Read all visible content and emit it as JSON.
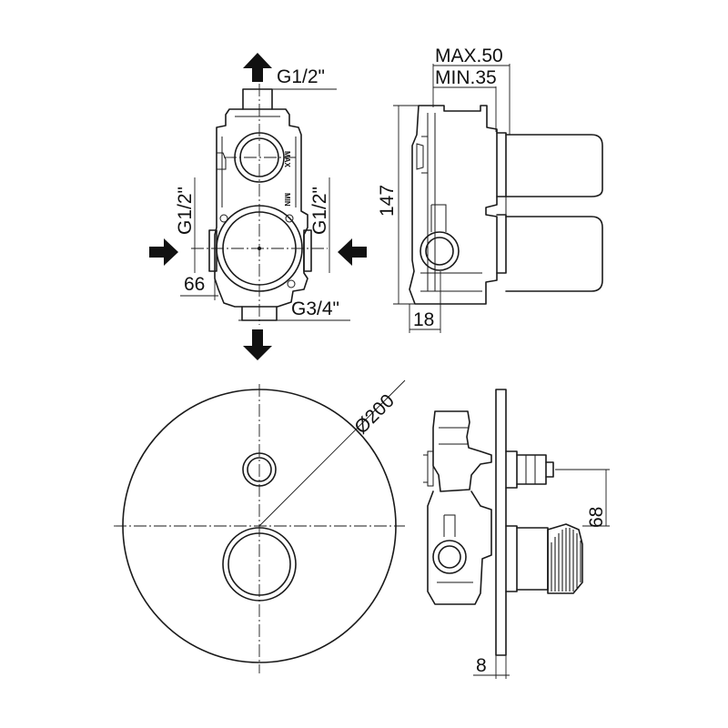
{
  "top_view": {
    "outlet_top": "G1/2\"",
    "inlet_left": "G1/2\"",
    "inlet_right": "G1/2\"",
    "outlet_bottom": "G3/4\"",
    "offset_dim": "66",
    "label_max": "MAX",
    "label_min": "MIN"
  },
  "side_view": {
    "max_depth": "MAX.50",
    "min_depth": "MIN.35",
    "height_dim": "147",
    "base_dim": "18"
  },
  "plate_view": {
    "diameter": "Ø200"
  },
  "section_view": {
    "spacing_dim": "68",
    "plate_thickness": "8"
  }
}
